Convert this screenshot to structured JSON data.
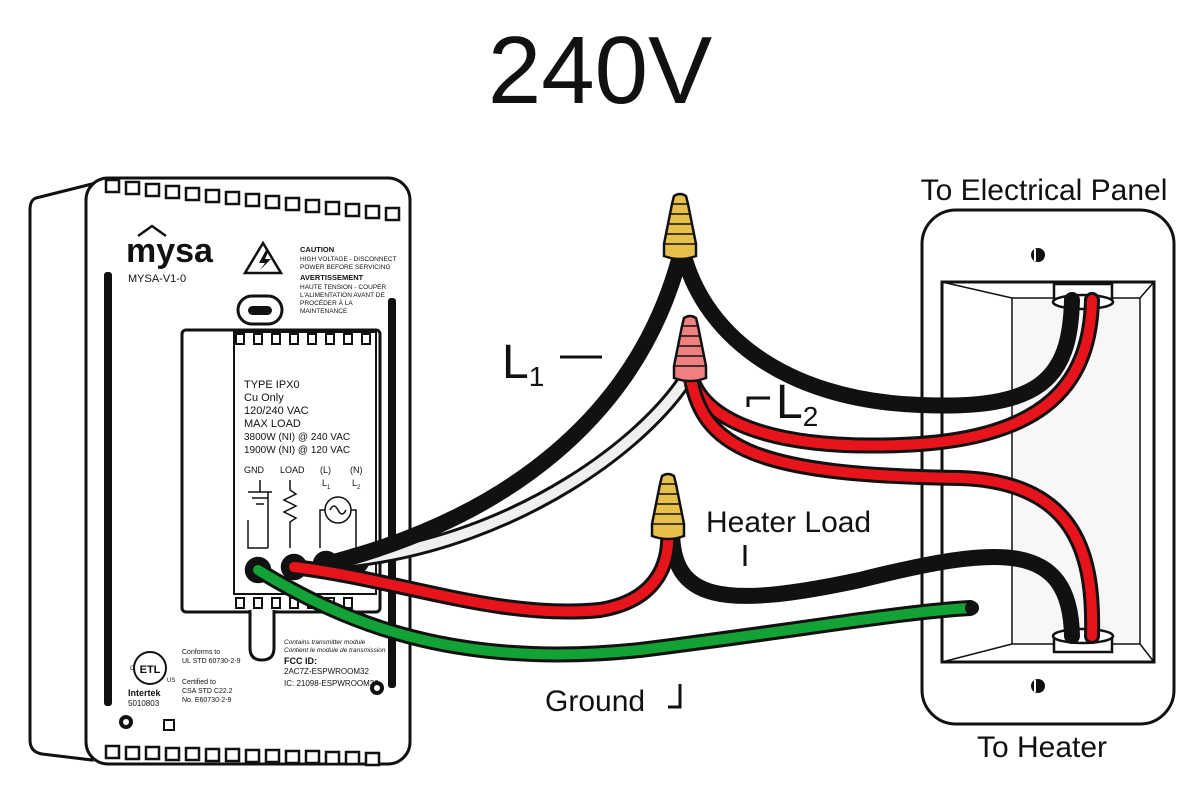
{
  "title": "240V",
  "labels": {
    "to_panel": "To Electrical Panel",
    "to_heater": "To Heater",
    "l1_main": "L",
    "l1_sub": "1",
    "l2_main": "L",
    "l2_sub": "2",
    "heater_load": "Heater Load",
    "ground": "Ground"
  },
  "device": {
    "brand": "mysa",
    "model": "MYSA-V1-0",
    "caution": [
      "CAUTION",
      "HIGH VOLTAGE - DISCONNECT",
      "POWER BEFORE SERVICING"
    ],
    "avertissement": [
      "AVERTISSEMENT",
      "HAUTE TENSION - COUPER",
      "L'ALIMENTATION AVANT DE",
      "PROCÉDER À LA",
      "MAINTENANCE"
    ],
    "specs": [
      "TYPE IPX0",
      "Cu Only",
      "120/240 VAC",
      "MAX LOAD",
      "3800W (NI) @ 240 VAC",
      "1900W (NI) @ 120 VAC"
    ],
    "terminals": {
      "gnd": "GND",
      "load": "LOAD",
      "l_top": "(L)",
      "l_main": "L",
      "l_sub": "1",
      "n_top": "(N)",
      "n_main": "L",
      "n_sub": "2"
    },
    "conforms": [
      "Conforms to",
      "UL STD 60730-2-9"
    ],
    "certified": [
      "Certified to",
      "CSA STD C22.2",
      "No. E60730-2-9"
    ],
    "etl_mark": "ETL",
    "etl_c": "C",
    "etl_us": "US",
    "intertek": [
      "Intertek",
      "5010803"
    ],
    "transmitter": [
      "Contains transmitter module",
      "Contient le module de transmission"
    ],
    "fcc_title": "FCC ID:",
    "fcc_id": "2AC7Z-ESPWROOM32",
    "ic": "IC: 21098-ESPWROOM32"
  },
  "colors": {
    "wire_black": "#0d0d0d",
    "wire_red": "#e8141b",
    "wire_white": "#efefef",
    "wire_green": "#13a235",
    "nut_yellow": "#e6c04a",
    "nut_red": "#f08080"
  }
}
